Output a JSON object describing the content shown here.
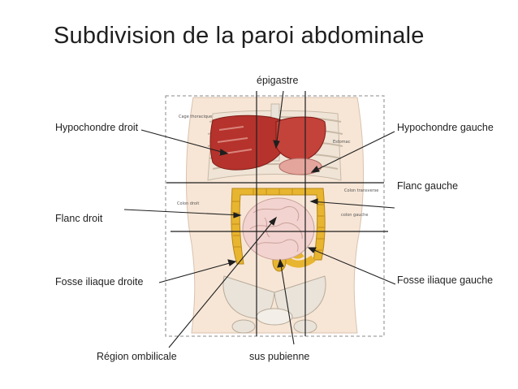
{
  "title": "Subdivision de la paroi abdominale",
  "labels": {
    "epigastre": "épigastre",
    "hypochondre_droit": "Hypochondre droit",
    "hypochondre_gauche": "Hypochondre gauche",
    "flanc_gauche": "Flanc gauche",
    "flanc_droit": "Flanc droit",
    "fosse_iliaque_droite": "Fosse iliaque droite",
    "fosse_iliaque_gauche": "Fosse iliaque gauche",
    "region_ombilicale": "Région ombilicale",
    "sus_pubienne": "sus pubienne"
  },
  "figure_tiny_labels": {
    "cage": "Cage thoracique",
    "estomac": "Estomac",
    "colon_droit": "Colon droit",
    "colon_transverse": "Colon transverse",
    "colon_gauche": "colon gauche"
  },
  "colors": {
    "liver": "#b5332c",
    "colon": "#e8b530",
    "small_intestine": "#f2d3cf",
    "skin": "#f7e6d6",
    "bone": "#e9e3da"
  }
}
